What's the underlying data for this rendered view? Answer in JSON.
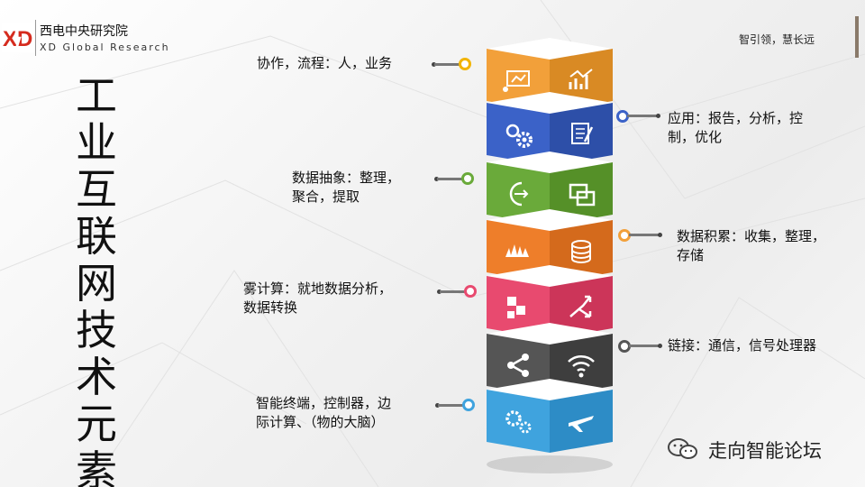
{
  "header": {
    "org_cn": "西电中央研究院",
    "org_en": "XD Global Research",
    "logo_text": "XD",
    "slogan": "智引领，慧长远"
  },
  "title": [
    "工",
    "业",
    "互",
    "联",
    "网",
    "技",
    "术",
    "元",
    "素"
  ],
  "layers": [
    {
      "color": "#f2a03a",
      "dark": "#d98a24",
      "icons": [
        "presentation-icon",
        "growth-chart-icon"
      ]
    },
    {
      "color": "#3b62c8",
      "dark": "#2d4fa8",
      "icons": [
        "magnifier-gear-icon",
        "report-icon"
      ]
    },
    {
      "color": "#6aaa3a",
      "dark": "#559028",
      "icons": [
        "plug-icon",
        "window-stack-icon"
      ]
    },
    {
      "color": "#ee7e2a",
      "dark": "#d46a1c",
      "icons": [
        "grass-icon",
        "database-icon"
      ]
    },
    {
      "color": "#e84a6f",
      "dark": "#cc3559",
      "icons": [
        "puzzle-icon",
        "split-arrows-icon"
      ]
    },
    {
      "color": "#555555",
      "dark": "#3e3e3e",
      "icons": [
        "share-icon",
        "wifi-icon"
      ]
    },
    {
      "color": "#3fa3de",
      "dark": "#2d8cc6",
      "icons": [
        "gears-icon",
        "airplane-icon"
      ]
    }
  ],
  "labels": {
    "collab": "协作，流程：人，业务",
    "apps_l1": "应用：报告，分析，控",
    "apps_l2": "制，优化",
    "abstract_l1": "数据抽象：整理，",
    "abstract_l2": "聚合，提取",
    "accum_l1": "数据积累：收集，整理，",
    "accum_l2": "存储",
    "fog_l1": "雾计算：就地数据分析，",
    "fog_l2": "数据转换",
    "link": "链接：通信，信号处理器",
    "edge_l1": "智能终端，控制器，边",
    "edge_l2": "际计算、（物的大脑）"
  },
  "ring_colors": [
    "#f2b400",
    "#3b62c8",
    "#6aaa3a",
    "#f2a03a",
    "#e84a6f",
    "#555555",
    "#3fa3de"
  ],
  "footer": {
    "forum_name": "走向智能论坛"
  }
}
